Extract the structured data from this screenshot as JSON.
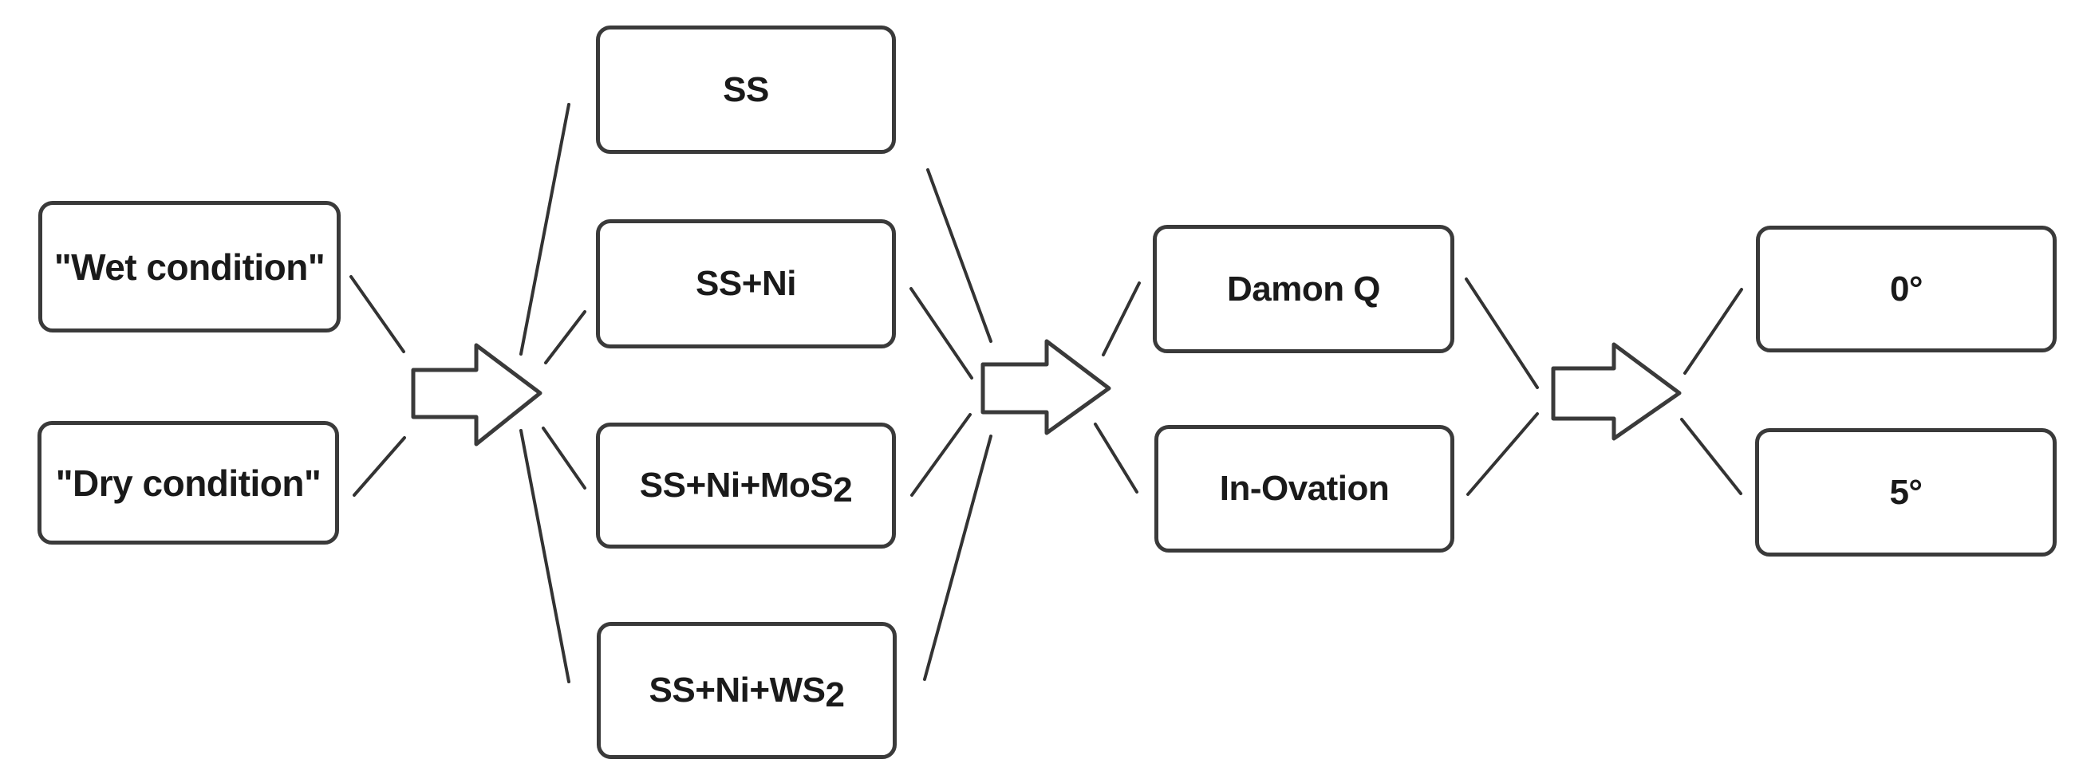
{
  "colors": {
    "background": "#ffffff",
    "box_border": "#3a3a3a",
    "line_color": "#333333",
    "text_color": "#1a1a1a"
  },
  "columns": [
    {
      "name": "test-conditions",
      "boxes": [
        {
          "text": "\"Wet condition\""
        },
        {
          "text": "\"Dry condition\""
        }
      ]
    },
    {
      "name": "archwire-types",
      "boxes": [
        {
          "text": "SS"
        },
        {
          "text": "SS+Ni"
        },
        {
          "text": "SS+Ni+MoS",
          "subscript": "2"
        },
        {
          "text": "SS+Ni+WS",
          "subscript": "2"
        }
      ]
    },
    {
      "name": "bracket-systems",
      "boxes": [
        {
          "text": "Damon Q"
        },
        {
          "text": "In-Ovation"
        }
      ]
    },
    {
      "name": "angulations",
      "boxes": [
        {
          "text": "0°"
        },
        {
          "text": "5°"
        }
      ]
    }
  ]
}
